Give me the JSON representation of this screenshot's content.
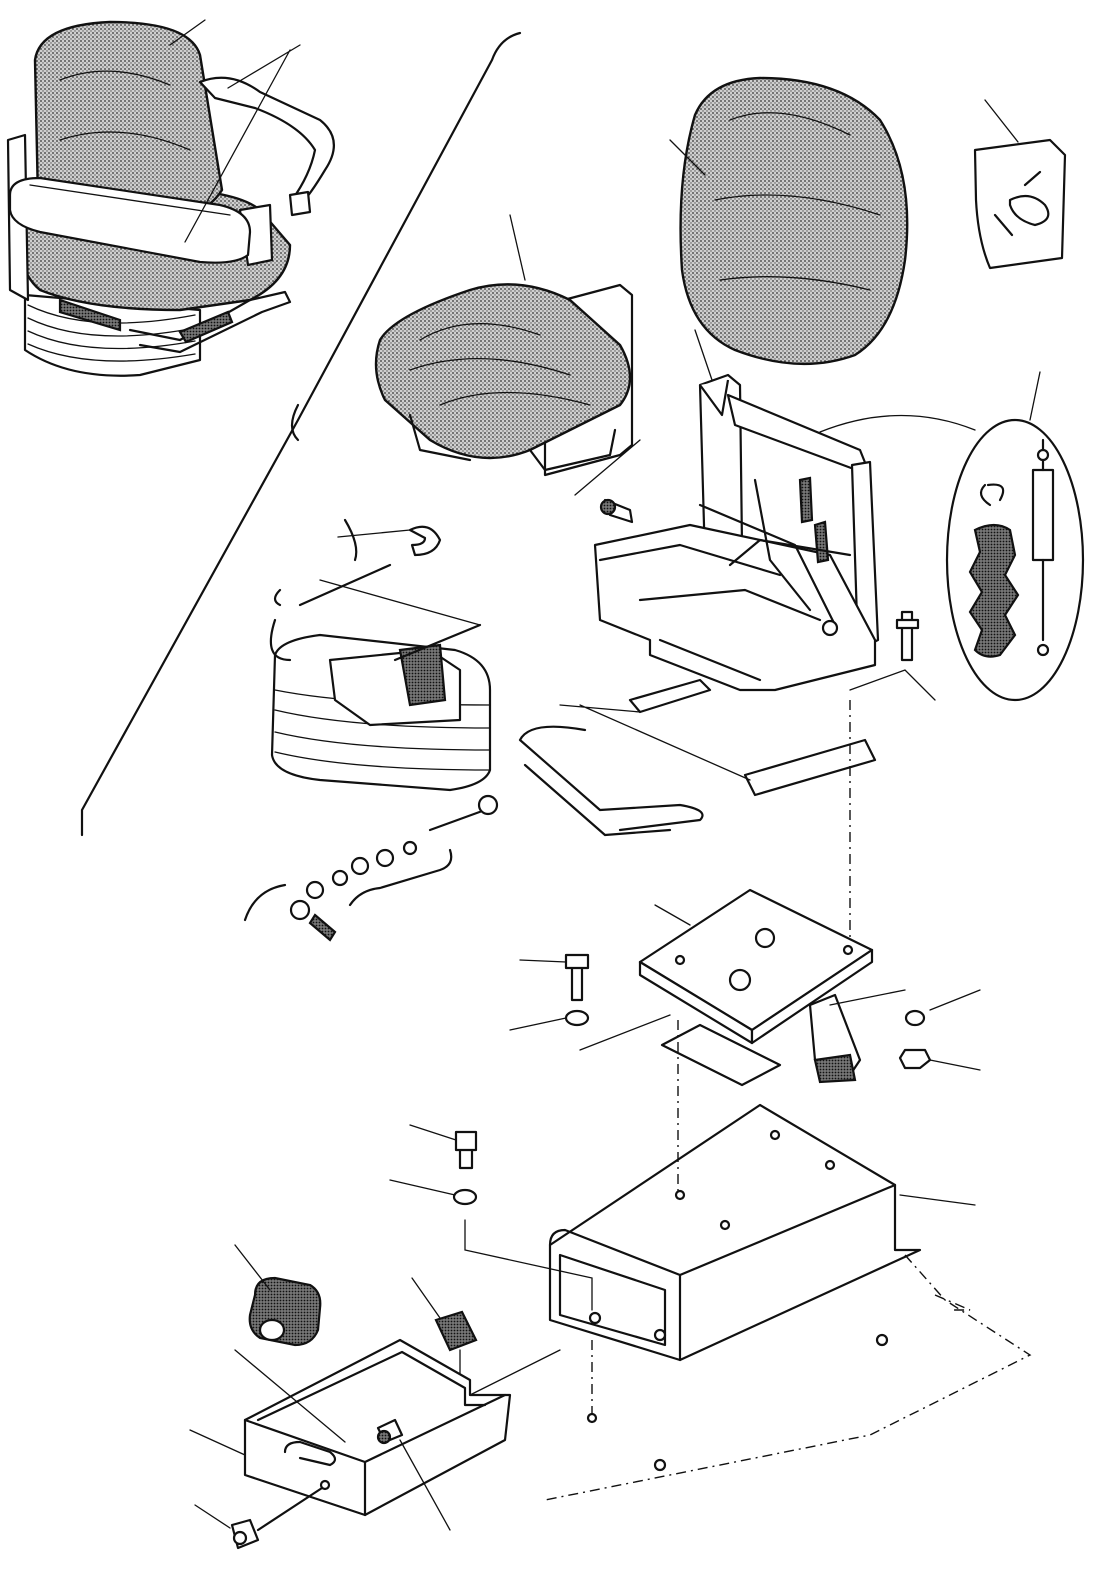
{
  "diagram": {
    "kind": "exploded-parts-view",
    "callout_labels_visible": false,
    "parts": [
      {
        "id": "assembled-seat",
        "icon": "seat-assembly-icon"
      },
      {
        "id": "seat-belt",
        "icon": "seat-belt-icon"
      },
      {
        "id": "backrest-cushion",
        "icon": "backrest-icon"
      },
      {
        "id": "seat-cushion",
        "icon": "seat-cushion-icon"
      },
      {
        "id": "hardware-bag",
        "icon": "parts-bag-icon"
      },
      {
        "id": "seat-frame",
        "icon": "seat-frame-icon"
      },
      {
        "id": "gas-spring-kit",
        "icon": "gas-spring-icon"
      },
      {
        "id": "suspension-bellows",
        "icon": "bellows-icon"
      },
      {
        "id": "slide-rails",
        "icon": "slide-rail-icon"
      },
      {
        "id": "swivel-plate",
        "icon": "swivel-plate-icon"
      },
      {
        "id": "seat-console",
        "icon": "console-box-icon"
      },
      {
        "id": "drawer",
        "icon": "drawer-icon"
      },
      {
        "id": "rubber-bumper",
        "icon": "bumper-icon"
      },
      {
        "id": "latch-key",
        "icon": "latch-icon"
      },
      {
        "id": "bolts-washers-nuts",
        "icon": "fastener-icon"
      }
    ]
  }
}
